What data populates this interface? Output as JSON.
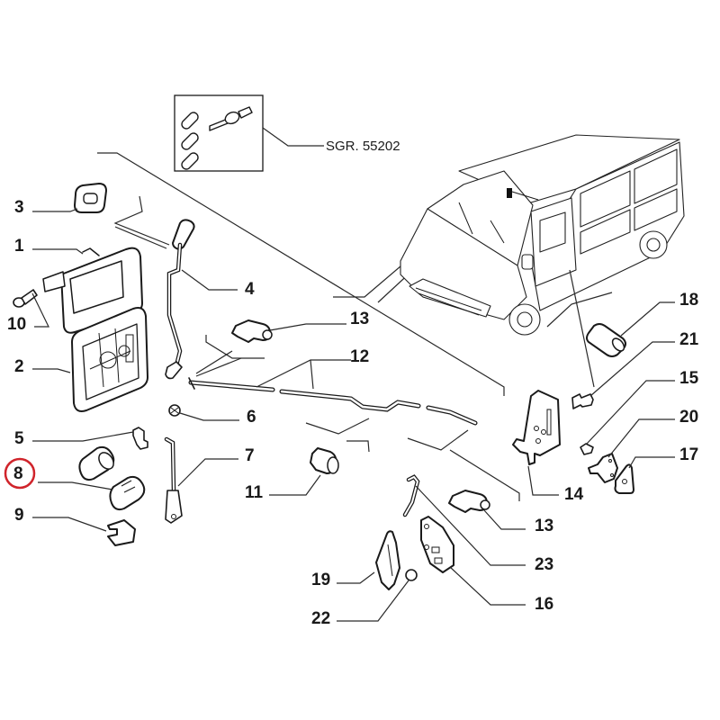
{
  "diagram": {
    "title": "Door lock / handle exploded parts diagram",
    "kit_reference": "SGR. 55202",
    "highlight_color": "#d0242b",
    "highlighted_part": "8",
    "callouts": [
      {
        "id": "1",
        "part": "inner-door-handle"
      },
      {
        "id": "2",
        "part": "handle-mechanism-plate"
      },
      {
        "id": "3",
        "part": "handle-bezel"
      },
      {
        "id": "4",
        "part": "control-rod"
      },
      {
        "id": "5",
        "part": "clip"
      },
      {
        "id": "6",
        "part": "nut"
      },
      {
        "id": "7",
        "part": "link-rod"
      },
      {
        "id": "8",
        "part": "lock-cylinder"
      },
      {
        "id": "9",
        "part": "retaining-clip"
      },
      {
        "id": "10",
        "part": "screw"
      },
      {
        "id": "11",
        "part": "rod-bushing"
      },
      {
        "id": "12",
        "part": "long-control-rod"
      },
      {
        "id": "13",
        "part": "rod-clip"
      },
      {
        "id": "14",
        "part": "door-lock"
      },
      {
        "id": "15",
        "part": "screw"
      },
      {
        "id": "16",
        "part": "striker-plate"
      },
      {
        "id": "17",
        "part": "shim-plate"
      },
      {
        "id": "18",
        "part": "sleeve"
      },
      {
        "id": "19",
        "part": "lock-actuator"
      },
      {
        "id": "20",
        "part": "bracket"
      },
      {
        "id": "21",
        "part": "stud"
      },
      {
        "id": "22",
        "part": "nut"
      },
      {
        "id": "23",
        "part": "rod"
      }
    ]
  }
}
